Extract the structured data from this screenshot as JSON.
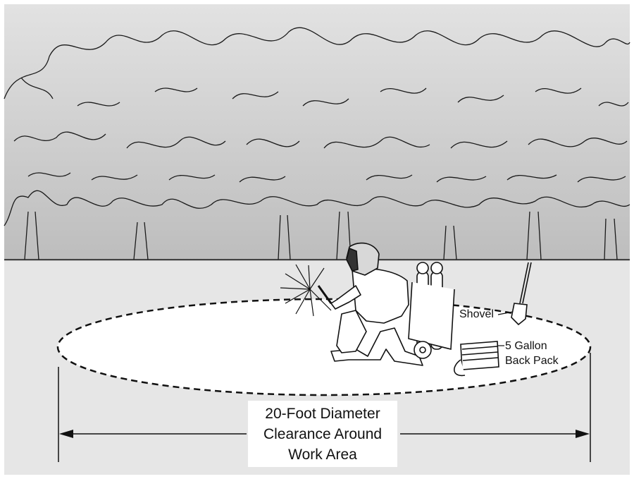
{
  "labels": {
    "shovel": "Shovel",
    "backpack_line1": "5 Gallon",
    "backpack_line2": "Back Pack"
  },
  "dimension": {
    "line1": "20-Foot Diameter",
    "line2": "Clearance Around",
    "line3": "Work Area"
  },
  "colors": {
    "sky": "#c6c6c6",
    "ground": "#e6e6e6",
    "clearing": "#ffffff",
    "ink": "#111111"
  }
}
